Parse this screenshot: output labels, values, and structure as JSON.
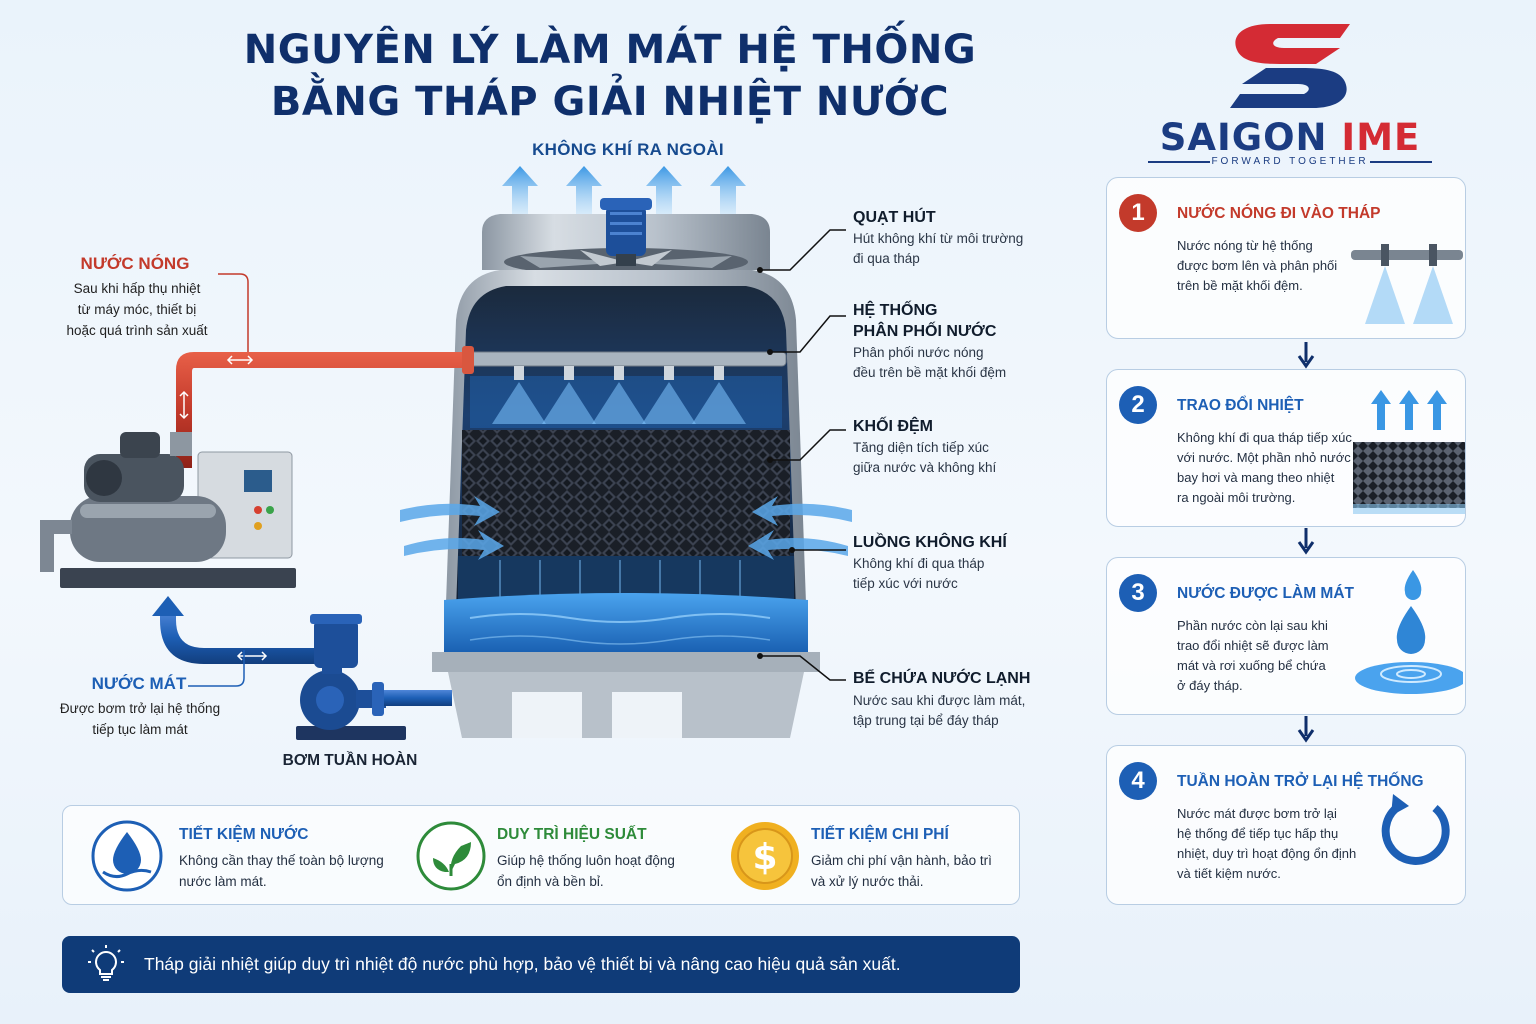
{
  "title": {
    "line1": "NGUYÊN LÝ LÀM MÁT HỆ THỐNG",
    "line2": "BẰNG THÁP GIẢI NHIỆT NƯỚC"
  },
  "logo": {
    "brand_main": "SAIGON ",
    "brand_accent": "IME",
    "tagline": "FORWARD TOGETHER"
  },
  "tower": {
    "air_out": "KHÔNG KHÍ RA NGOÀI",
    "labels": [
      {
        "title": "QUẠT HÚT",
        "desc": [
          "Hút không khí từ môi trường",
          "đi qua tháp"
        ]
      },
      {
        "title": "HỆ THỐNG",
        "title2": "PHÂN PHỐI NƯỚC",
        "desc": [
          "Phân phối nước nóng",
          "đều trên bề mặt khối đệm"
        ]
      },
      {
        "title": "KHỐI ĐỆM",
        "desc": [
          "Tăng diện tích tiếp xúc",
          "giữa nước và không khí"
        ]
      },
      {
        "title": "LUỒNG KHÔNG KHÍ",
        "desc": [
          "Không khí đi qua tháp",
          "tiếp xúc với nước"
        ]
      },
      {
        "title": "BỂ CHỨA NƯỚC LẠNH",
        "desc": [
          "Nước sau khi được làm mát,",
          "tập trung tại bể đáy tháp"
        ]
      }
    ]
  },
  "hot_water": {
    "title": "NƯỚC NÓNG",
    "desc": [
      "Sau khi hấp thụ nhiệt",
      "từ máy móc, thiết bị",
      "hoặc quá trình sản xuất"
    ]
  },
  "cool_water": {
    "title": "NƯỚC MÁT",
    "desc": [
      "Được bơm trở lại hệ thống",
      "tiếp tục làm mát"
    ]
  },
  "pump": {
    "label": "BƠM TUẦN HOÀN"
  },
  "steps": [
    {
      "num": "1",
      "title": "NƯỚC NÓNG ĐI VÀO THÁP",
      "color": "#c33a2b",
      "desc": [
        "Nước nóng từ hệ thống",
        "được bơm lên và phân phối",
        "trên bề mặt khối đệm."
      ]
    },
    {
      "num": "2",
      "title": "TRAO ĐỔI NHIỆT",
      "color": "#1d5fb5",
      "desc": [
        "Không khí đi qua tháp tiếp xúc",
        "với nước. Một phần nhỏ nước",
        "bay hơi và mang theo nhiệt",
        "ra ngoài môi trường."
      ]
    },
    {
      "num": "3",
      "title": "NƯỚC ĐƯỢC LÀM MÁT",
      "color": "#1d5fb5",
      "desc": [
        "Phần nước còn lại sau khi",
        "trao đổi nhiệt sẽ được làm",
        "mát và rơi xuống bể chứa",
        "ở đáy tháp."
      ]
    },
    {
      "num": "4",
      "title": "TUẦN HOÀN TRỞ LẠI HỆ THỐNG",
      "color": "#1d5fb5",
      "desc": [
        "Nước mát được bơm trở lại",
        "hệ thống để tiếp tục hấp thụ",
        "nhiệt, duy trì hoạt động ổn định",
        "và tiết kiệm nước."
      ]
    }
  ],
  "benefits": [
    {
      "title": "TIẾT KIỆM NƯỚC",
      "color": "#1d5fb5",
      "desc": [
        "Không cần thay thế toàn bộ lượng",
        "nước làm mát."
      ]
    },
    {
      "title": "DUY TRÌ HIỆU SUẤT",
      "color": "#2e8b3a",
      "desc": [
        "Giúp hệ thống luôn hoạt động",
        "ổn định và bền bỉ."
      ]
    },
    {
      "title": "TIẾT KIỆM CHI PHÍ",
      "color": "#1d5fb5",
      "desc": [
        "Giảm chi phí vận hành, bảo trì",
        "và xử lý nước thải."
      ]
    }
  ],
  "footer": {
    "text": "Tháp giải nhiệt giúp duy trì nhiệt độ nước phù hợp, bảo vệ thiết bị và nâng cao hiệu quả sản xuất."
  },
  "colors": {
    "navy": "#0f2f6b",
    "red": "#c33a2b",
    "blue": "#1d5fb5",
    "green": "#2e8b3a",
    "gold": "#f0b020"
  },
  "icons": [
    "fan-motor-icon",
    "nozzle-icon",
    "fill-media-icon",
    "air-flow-icon",
    "water-drop-icon",
    "recycle-icon",
    "leaf-icon",
    "dollar-coin-icon",
    "lightbulb-icon"
  ]
}
